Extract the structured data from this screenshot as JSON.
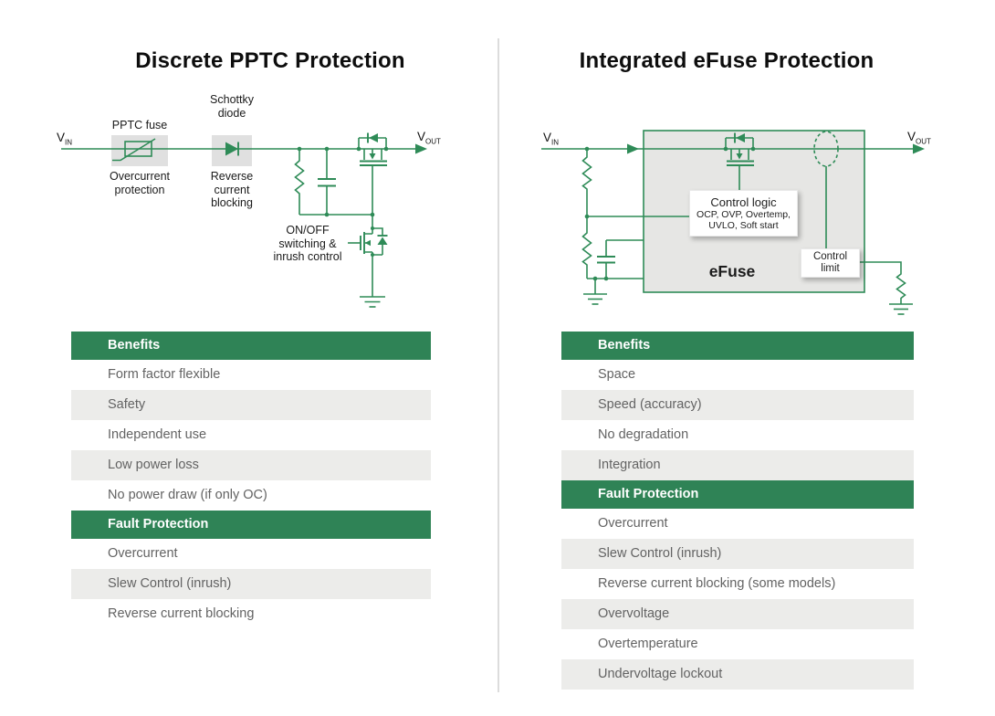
{
  "panels": {
    "left": {
      "title": "Discrete PPTC Protection",
      "labels": {
        "vin": "V",
        "vin_sub": "IN",
        "vout": "V",
        "vout_sub": "OUT",
        "pptc": "PPTC fuse",
        "pptc_caption": "Overcurrent\nprotection",
        "schottky": "Schottky\ndiode",
        "schottky_caption": "Reverse\ncurrent\nblocking",
        "switch_caption": "ON/OFF\nswitching &\ninrush control"
      },
      "table": {
        "benefits_header": "Benefits",
        "benefits": [
          "Form factor flexible",
          "Safety",
          "Independent use",
          "Low power loss",
          "No power draw (if only OC)"
        ],
        "fault_header": "Fault Protection",
        "faults": [
          "Overcurrent",
          "Slew Control (inrush)",
          "Reverse current blocking"
        ]
      }
    },
    "right": {
      "title": "Integrated eFuse Protection",
      "labels": {
        "vin": "V",
        "vin_sub": "IN",
        "vout": "V",
        "vout_sub": "OUT",
        "control_logic": "Control logic",
        "control_logic_detail": "OCP, OVP, Overtemp,\nUVLO, Soft start",
        "efuse": "eFuse",
        "control_limit": "Control\nlimit"
      },
      "table": {
        "benefits_header": "Benefits",
        "benefits": [
          "Space",
          "Speed (accuracy)",
          "No degradation",
          "Integration"
        ],
        "fault_header": "Fault Protection",
        "faults": [
          "Overcurrent",
          "Slew Control (inrush)",
          "Reverse current blocking (some models)",
          "Overvoltage",
          "Overtemperature",
          "Undervoltage lockout"
        ]
      }
    }
  },
  "colors": {
    "header_green": "#2f8356",
    "wire_green": "#2e8b57",
    "component_gray": "#e0e0e0",
    "efuse_fill": "#e6e6e4",
    "row_gray": "#ececea",
    "divider_gray": "#dcdcdc"
  }
}
